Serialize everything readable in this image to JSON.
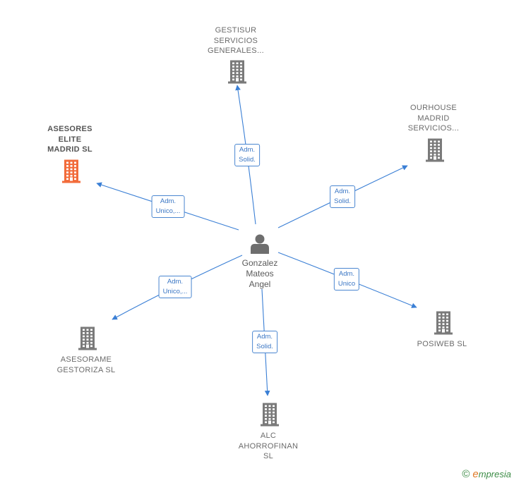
{
  "center": {
    "name": "Gonzalez\nMateos\nAngel",
    "icon": "person-icon"
  },
  "colors": {
    "edge": "#3a7fd5",
    "building": "#7a7a7a",
    "building_main": "#f26b3a"
  },
  "nodes": [
    {
      "id": "gestisur",
      "name": "GESTISUR\nSERVICIOS\nGENERALES...",
      "main": false,
      "icon": "building-icon"
    },
    {
      "id": "ourhouse",
      "name": "OURHOUSE\nMADRID\nSERVICIOS...",
      "main": false,
      "icon": "building-icon"
    },
    {
      "id": "asesores",
      "name": "ASESORES\nELITE\nMADRID  SL",
      "main": true,
      "icon": "building-icon"
    },
    {
      "id": "asesorame",
      "name": "ASESORAME\nGESTORIZA  SL",
      "main": false,
      "icon": "building-icon"
    },
    {
      "id": "posiweb",
      "name": "POSIWEB  SL",
      "main": false,
      "icon": "building-icon"
    },
    {
      "id": "alc",
      "name": "ALC\nAHORROFINAN\nSL",
      "main": false,
      "icon": "building-icon"
    }
  ],
  "edges": [
    {
      "to": "gestisur",
      "label": "Adm.\nSolid."
    },
    {
      "to": "ourhouse",
      "label": "Adm.\nSolid."
    },
    {
      "to": "asesores",
      "label": "Adm.\nUnico,..."
    },
    {
      "to": "asesorame",
      "label": "Adm.\nUnico,..."
    },
    {
      "to": "posiweb",
      "label": "Adm.\nUnico"
    },
    {
      "to": "alc",
      "label": "Adm.\nSolid."
    }
  ],
  "footer": {
    "copyright": "©",
    "brand_e": "e",
    "brand_rest": "mpresia"
  }
}
